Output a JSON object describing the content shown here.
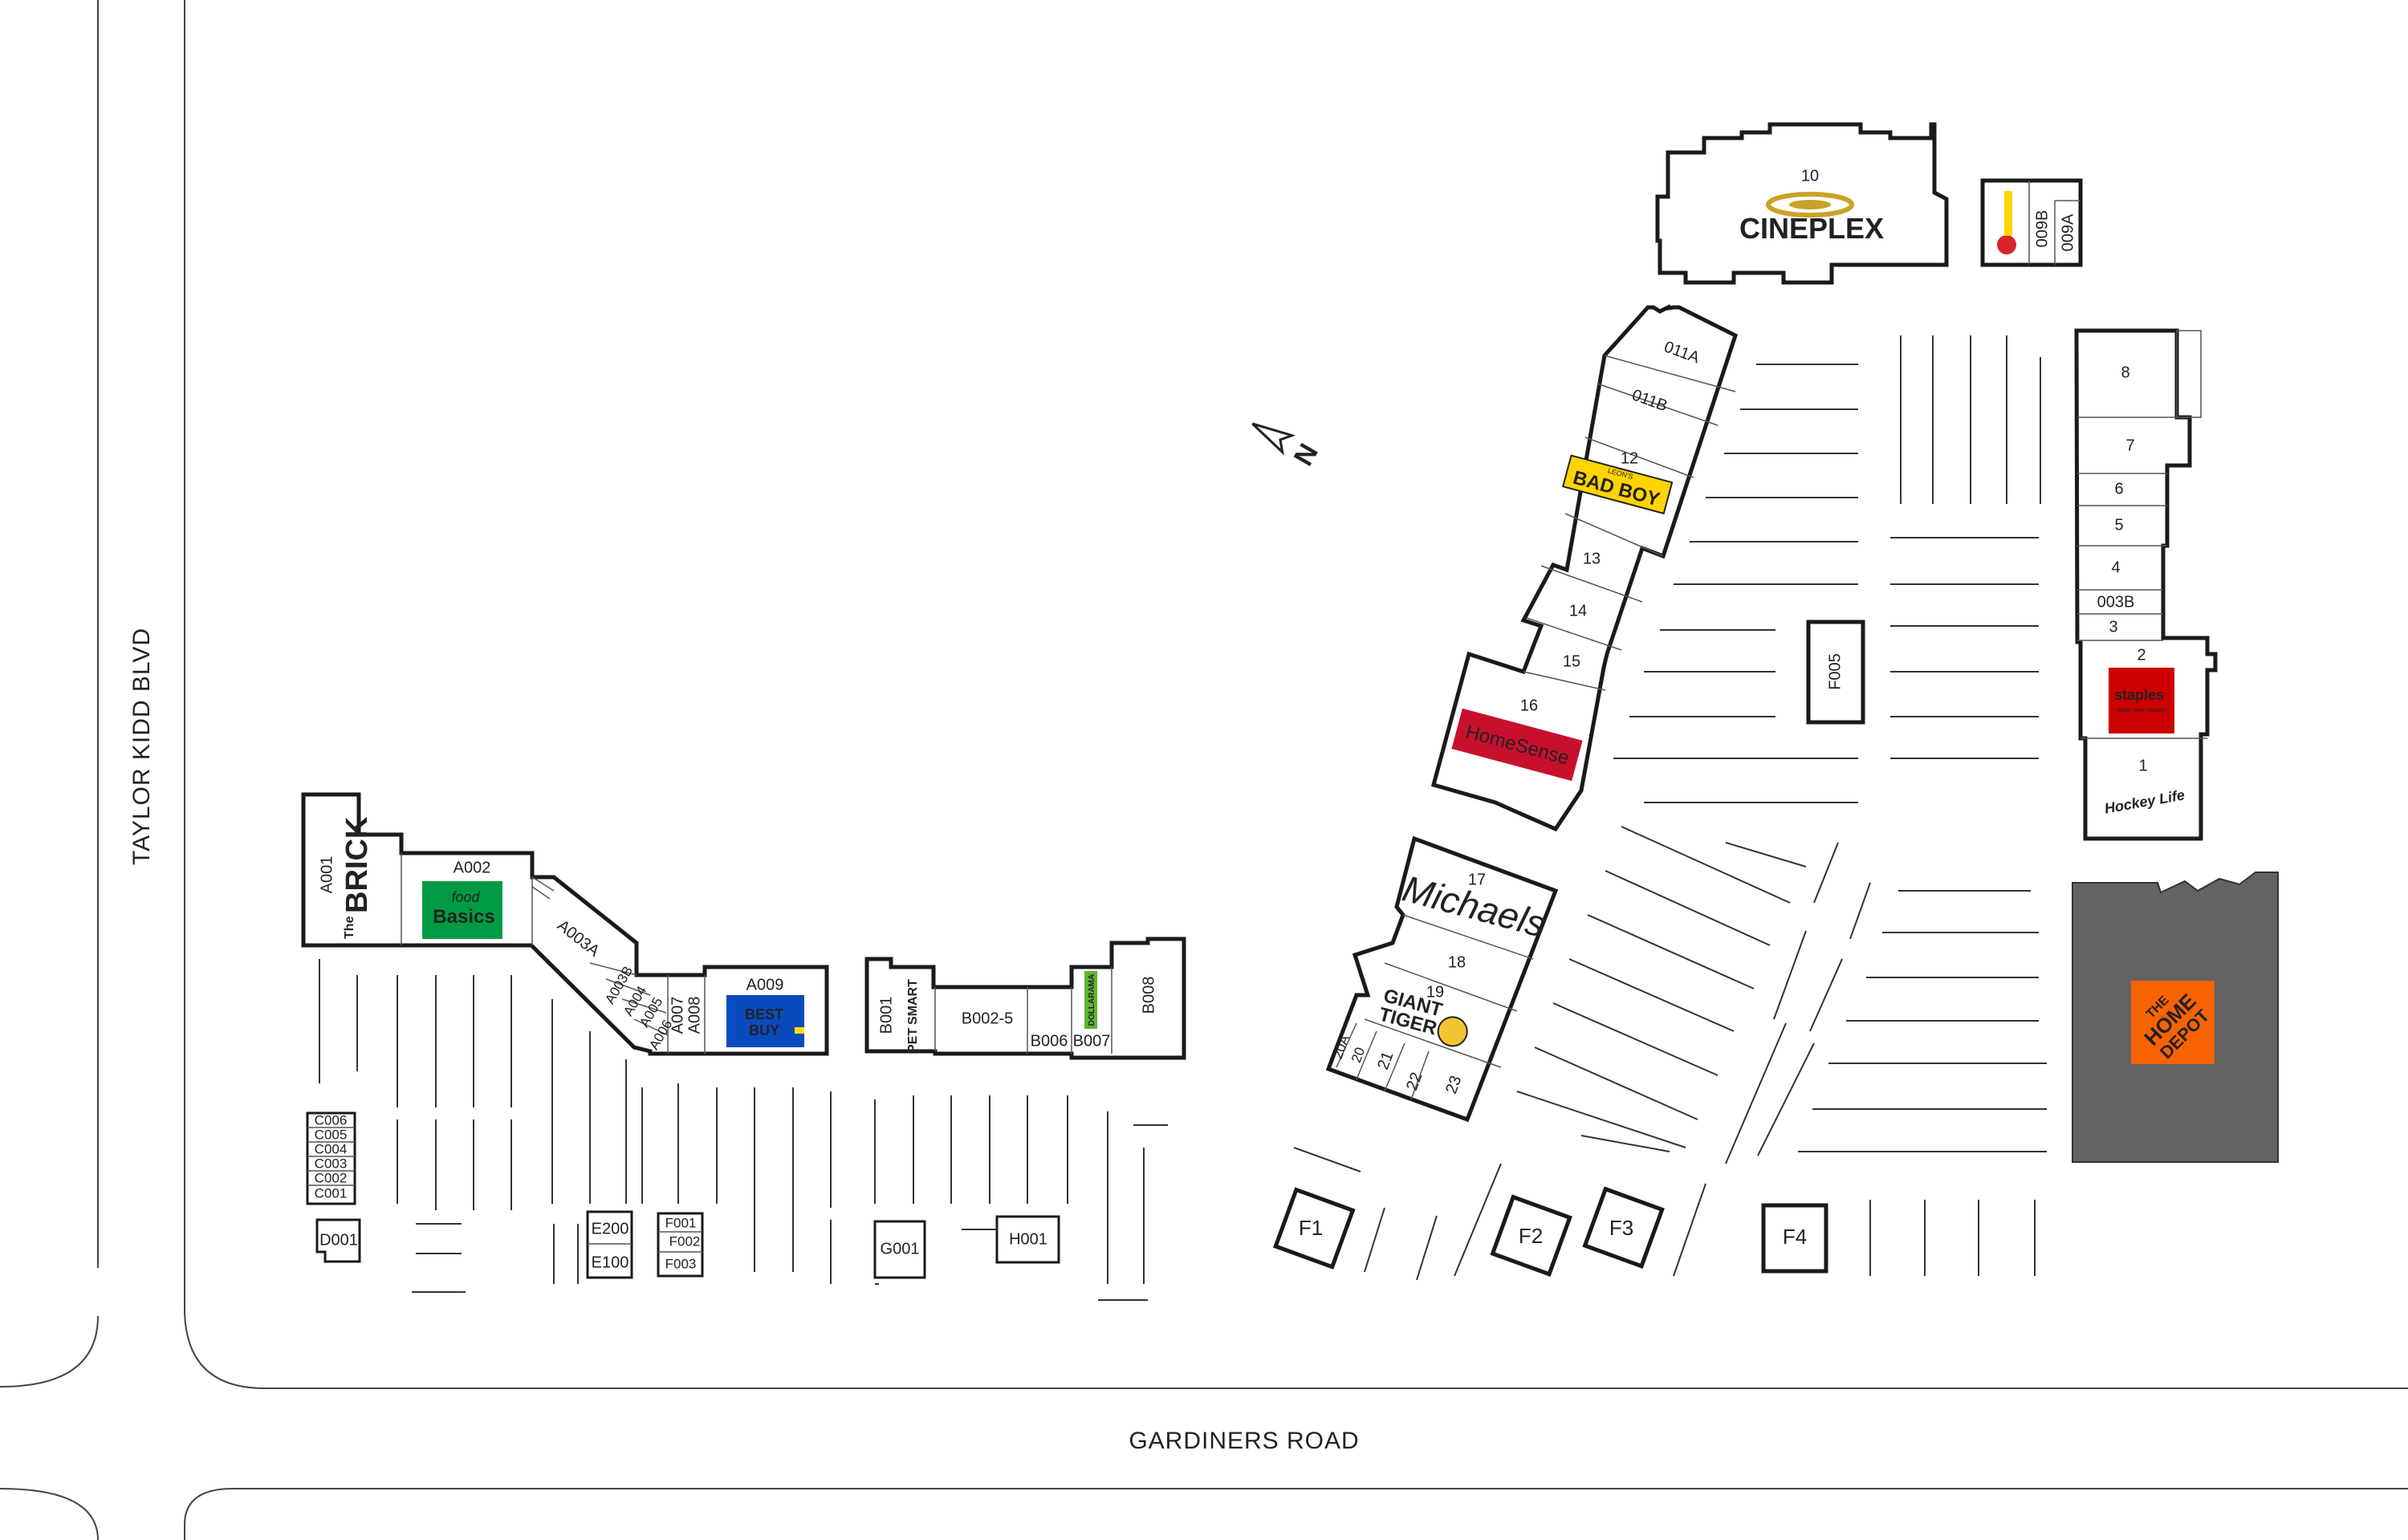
{
  "streets": {
    "west": "TAYLOR KIDD BLVD",
    "south": "GARDINERS ROAD"
  },
  "compass": {
    "label": "N"
  },
  "colors": {
    "brick": "#d71920",
    "food_basics": "#009a44",
    "best_buy": "#0a4abf",
    "best_buy_tag": "#ffe000",
    "petsmart_red": "#d2232a",
    "petsmart_blue": "#0063a7",
    "dollarama": "#5cb531",
    "bad_boy_yellow": "#ffd400",
    "bad_boy_red": "#d8232a",
    "homesense": "#c8102e",
    "michaels": "#d0202e",
    "giant_tiger_yellow": "#f4c430",
    "staples": "#cc0000",
    "home_depot_bg": "#636363",
    "home_depot": "#f96302",
    "cineplex_gold": "#c9a227",
    "cineplex_blue": "#1d3f7a"
  },
  "units": {
    "A001": "A001",
    "A002": "A002",
    "A003A": "A003A",
    "A003B": "A003B",
    "A004": "A004",
    "A005": "A005",
    "A006": "A006",
    "A007": "A007",
    "A008": "A008",
    "A009": "A009",
    "B001": "B001",
    "B0025": "B002-5",
    "B006": "B006",
    "B007": "B007",
    "B008": "B008",
    "C001": "C001",
    "C002": "C002",
    "C003": "C003",
    "C004": "C004",
    "C005": "C005",
    "C006": "C006",
    "D001": "D001",
    "E100": "E100",
    "E200": "E200",
    "F001": "F001",
    "F002": "F002",
    "F003": "F003",
    "F005": "F005",
    "G001": "G001",
    "H001": "H001",
    "u10": "10",
    "u009A": "009A",
    "u009B": "009B",
    "u011A": "011A",
    "u011B": "011B",
    "u12": "12",
    "u13": "13",
    "u14": "14",
    "u15": "15",
    "u16": "16",
    "u17": "17",
    "u18": "18",
    "u19": "19",
    "u20A": "20A",
    "u20": "20",
    "u21": "21",
    "u22": "22",
    "u23": "23",
    "u8": "8",
    "u7": "7",
    "u6": "6",
    "u5": "5",
    "u4": "4",
    "u003B": "003B",
    "u3": "3",
    "u2": "2",
    "u1": "1",
    "F1": "F1",
    "F2": "F2",
    "F3": "F3",
    "F4": "F4"
  },
  "logos": {
    "brick_the": "The",
    "brick_name": "BRICK",
    "food": "food",
    "basics": "Basics",
    "best": "BEST",
    "buy": "BUY",
    "pet": "PET",
    "smart": "SMART",
    "dollarama": "DOLLARAMA",
    "bad_boy_top": "LEON'S",
    "bad_boy": "BAD BOY",
    "homesense": "HomeSense",
    "michaels": "Michaels",
    "giant": "GIANT",
    "tiger": "TIGER",
    "staples": "staples",
    "staples_sub": "Make more happen",
    "hockey_life": "Hockey Life",
    "home_depot_1": "THE",
    "home_depot_2": "HOME",
    "home_depot_3": "DEPOT",
    "cineplex": "CINEPLEX"
  }
}
